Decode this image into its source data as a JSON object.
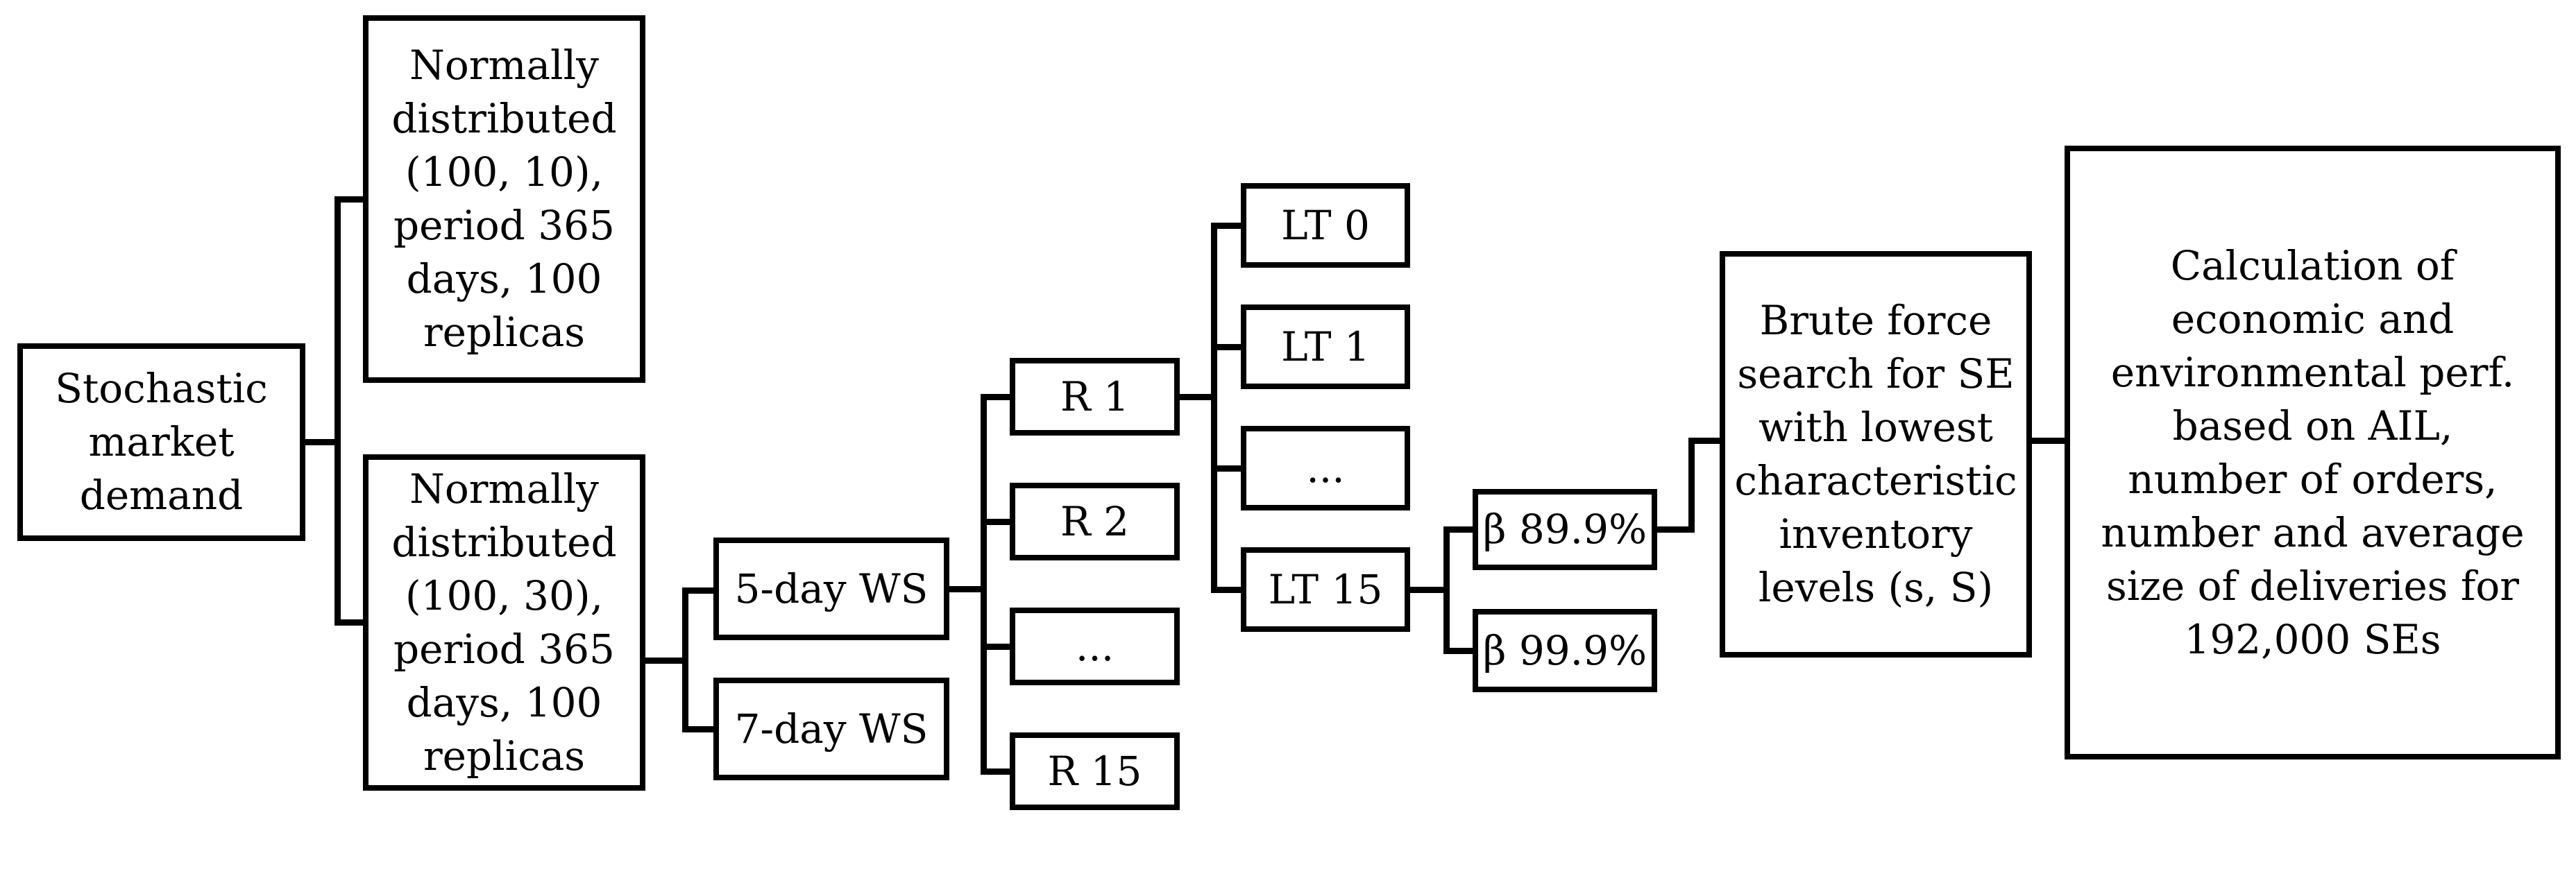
{
  "diagram": {
    "title": "Simulation experiment flow diagram",
    "colors": {
      "background": "#ffffff",
      "box_border": "#000000",
      "box_fill": "#ffffff",
      "text": "#000000",
      "connector": "#000000"
    },
    "nodes": {
      "stochastic": {
        "label": "Stochastic\nmarket\ndemand"
      },
      "nd10": {
        "label": "Normally\ndistributed\n(100, 10),\nperiod 365\ndays, 100\nreplicas"
      },
      "nd30": {
        "label": "Normally\ndistributed\n(100, 30),\nperiod 365\ndays, 100\nreplicas"
      },
      "ws5": {
        "label": "5-day WS"
      },
      "ws7": {
        "label": "7-day WS"
      },
      "r1": {
        "label": "R 1"
      },
      "r2": {
        "label": "R 2"
      },
      "rdots": {
        "label": "..."
      },
      "r15": {
        "label": "R 15"
      },
      "lt0": {
        "label": "LT 0"
      },
      "lt1": {
        "label": "LT 1"
      },
      "ltdots": {
        "label": "..."
      },
      "lt15": {
        "label": "LT 15"
      },
      "beta899": {
        "label": "β 89.9%"
      },
      "beta999": {
        "label": "β 99.9%"
      },
      "brute": {
        "label": "Brute force\nsearch for SE\nwith lowest\ncharacteristic\ninventory\nlevels (s, S)"
      },
      "calc": {
        "label": "Calculation of\neconomic and\nenvironmental perf.\nbased on AIL,\nnumber of orders,\nnumber and average\nsize of deliveries for\n192,000 SEs"
      }
    },
    "edges": [
      {
        "from": "stochastic",
        "to": "nd10"
      },
      {
        "from": "stochastic",
        "to": "nd30"
      },
      {
        "from": "nd30",
        "to": "ws5"
      },
      {
        "from": "nd30",
        "to": "ws7"
      },
      {
        "from": "ws5",
        "to": "r1"
      },
      {
        "from": "ws5",
        "to": "r2"
      },
      {
        "from": "ws5",
        "to": "rdots"
      },
      {
        "from": "ws5",
        "to": "r15"
      },
      {
        "from": "r1",
        "to": "lt0"
      },
      {
        "from": "r1",
        "to": "lt1"
      },
      {
        "from": "r1",
        "to": "ltdots"
      },
      {
        "from": "r1",
        "to": "lt15"
      },
      {
        "from": "lt15",
        "to": "beta899"
      },
      {
        "from": "lt15",
        "to": "beta999"
      },
      {
        "from": "beta899",
        "to": "brute"
      },
      {
        "from": "brute",
        "to": "calc"
      }
    ]
  }
}
